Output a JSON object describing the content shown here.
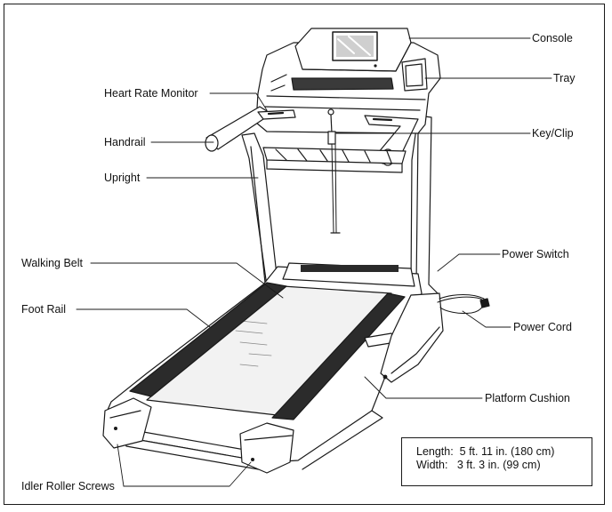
{
  "labels": {
    "console": "Console",
    "tray": "Tray",
    "heart_rate_monitor": "Heart Rate Monitor",
    "key_clip": "Key/Clip",
    "handrail": "Handrail",
    "upright": "Upright",
    "walking_belt": "Walking Belt",
    "power_switch": "Power Switch",
    "foot_rail": "Foot Rail",
    "power_cord": "Power Cord",
    "platform_cushion": "Platform Cushion",
    "idler_roller_screws": "Idler Roller Screws"
  },
  "dimensions": {
    "length": "Length:  5 ft. 11 in. (180 cm)",
    "width": "Width:   3 ft. 3 in. (99 cm)"
  }
}
